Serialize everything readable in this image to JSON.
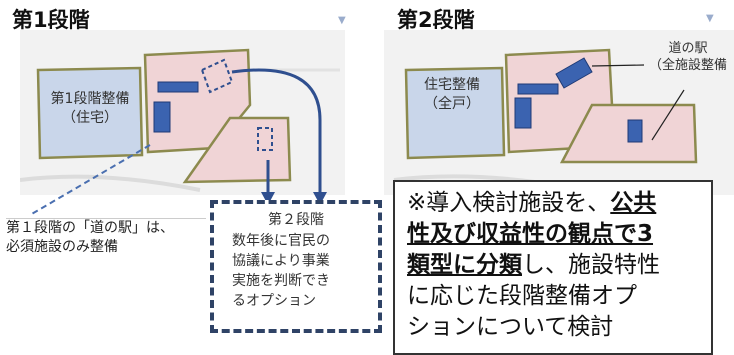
{
  "stage1": {
    "title": "第1段階",
    "area_label_line1": "第1段階整備",
    "area_label_line2": "（住宅）"
  },
  "stage2": {
    "title": "第2段階",
    "area_label_line1": "住宅整備",
    "area_label_line2": "（全戸）",
    "station_label_line1": "道の駅",
    "station_label_line2": "（全施設整備"
  },
  "callout_left": {
    "line1": "第１段階の「道の駅」は、",
    "line2": "必須施設のみ整備"
  },
  "callout_option": {
    "line1": "第２段階",
    "line2": "数年後に官民の",
    "line3": "協議により事業",
    "line4": "実施を判断でき",
    "line5": "るオプション"
  },
  "note": {
    "line1_prefix": "※導入検討施設を、",
    "line1_ul": "公共",
    "line2_ul": "性及び収益性の観点で3",
    "line3_ul": "類型に分類",
    "line3_suffix": "し、施設特性",
    "line4": "に応じた段階整備オプ",
    "line5": "ションについて検討"
  },
  "colors": {
    "residential": "#c9d6ea",
    "commercial": "#f0d4d6",
    "outline": "#8c8a4e",
    "building": "#3b63b0",
    "arrow": "#2f4f8f"
  }
}
